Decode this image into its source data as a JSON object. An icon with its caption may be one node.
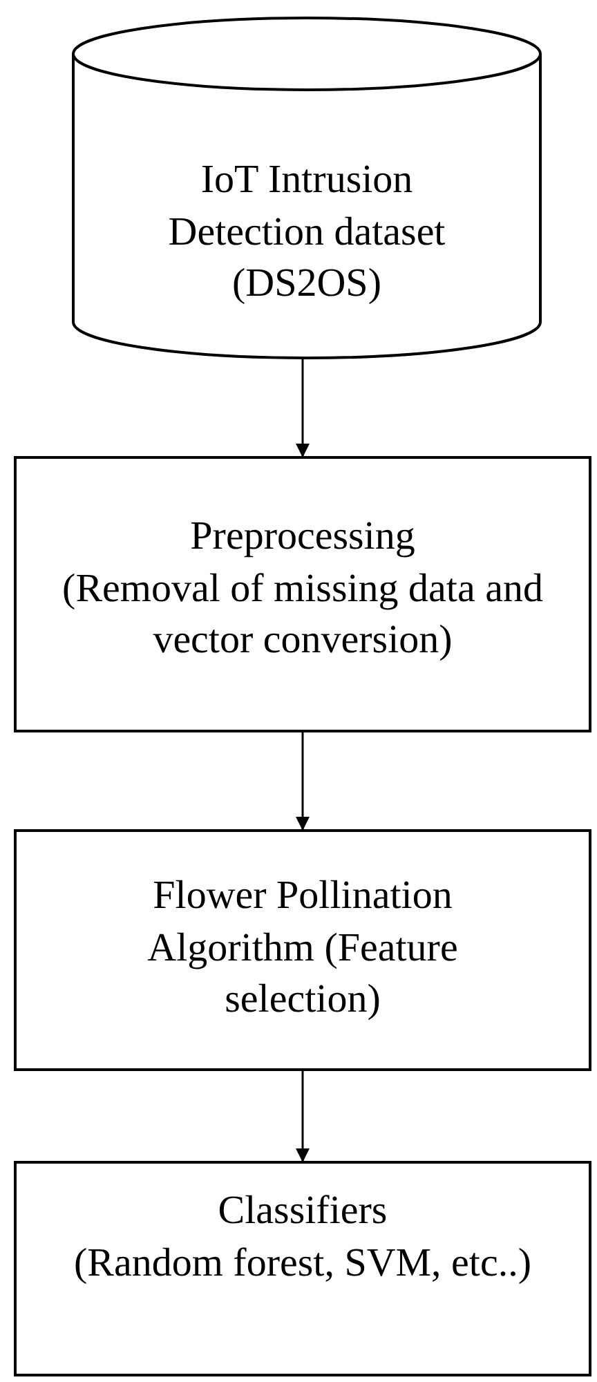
{
  "diagram": {
    "nodes": [
      {
        "text": [
          "IoT Intrusion Detection dataset (DS2OS)"
        ]
      },
      {
        "text": [
          "Preprocessing",
          "(Removal of missing data and vector conversion)"
        ]
      },
      {
        "text": [
          "Flower Pollination Algorithm (Feature selection)"
        ]
      },
      {
        "text": [
          "Classifiers",
          "(Random forest, SVM, etc..)"
        ]
      }
    ],
    "edges": [
      {
        "from": 0,
        "to": 1,
        "arrow": "to"
      },
      {
        "from": 1,
        "to": 2,
        "arrow": "to"
      },
      {
        "from": 2,
        "to": 3,
        "arrow": "to"
      }
    ]
  }
}
